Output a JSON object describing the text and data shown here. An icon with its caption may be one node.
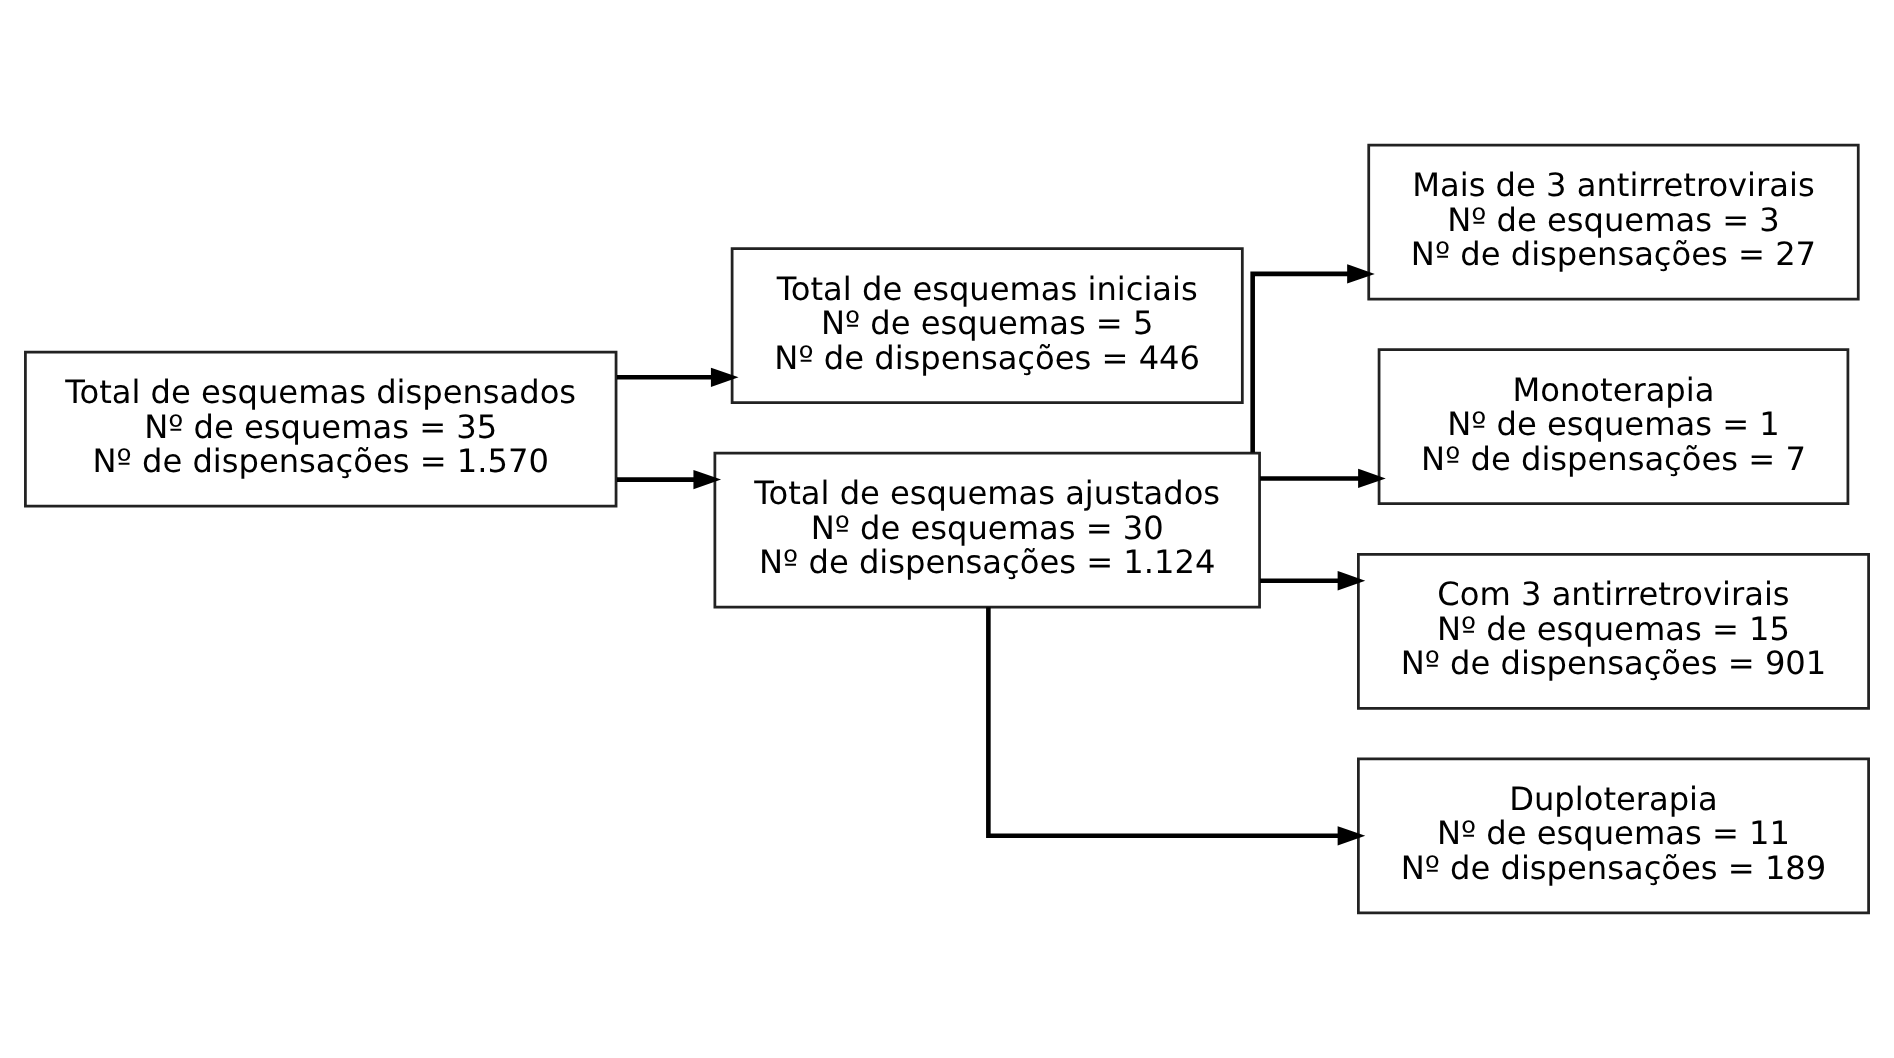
{
  "diagram": {
    "nodes": [
      {
        "text": [
          "Total de esquemas dispensados",
          "Nº de esquemas = 35",
          "Nº de dispensações = 1.570"
        ]
      },
      {
        "text": [
          "Total de esquemas iniciais",
          "Nº de esquemas = 5",
          "Nº de dispensações = 446"
        ]
      },
      {
        "text": [
          "Total de esquemas ajustados",
          "Nº de esquemas = 30",
          "Nº de dispensações = 1.124"
        ]
      },
      {
        "text": [
          "Mais de 3 antirretrovirais",
          "Nº de esquemas = 3",
          "Nº de dispensações = 27"
        ]
      },
      {
        "text": [
          "Monoterapia",
          "Nº de esquemas = 1",
          "Nº de dispensações = 7"
        ]
      },
      {
        "text": [
          "Com 3 antirretrovirais",
          "Nº de esquemas = 15",
          "Nº de dispensações = 901"
        ]
      },
      {
        "text": [
          "Duploterapia",
          "Nº de esquemas = 11",
          "Nº de dispensações = 189"
        ]
      }
    ],
    "edges": [
      {
        "from": 0,
        "to": 1,
        "arrow": "to"
      },
      {
        "from": 0,
        "to": 2,
        "arrow": "to"
      },
      {
        "from": 2,
        "to": 3,
        "arrow": "to"
      },
      {
        "from": 2,
        "to": 4,
        "arrow": "to"
      },
      {
        "from": 2,
        "to": 5,
        "arrow": "to"
      },
      {
        "from": 2,
        "to": 6,
        "arrow": "to"
      }
    ]
  }
}
